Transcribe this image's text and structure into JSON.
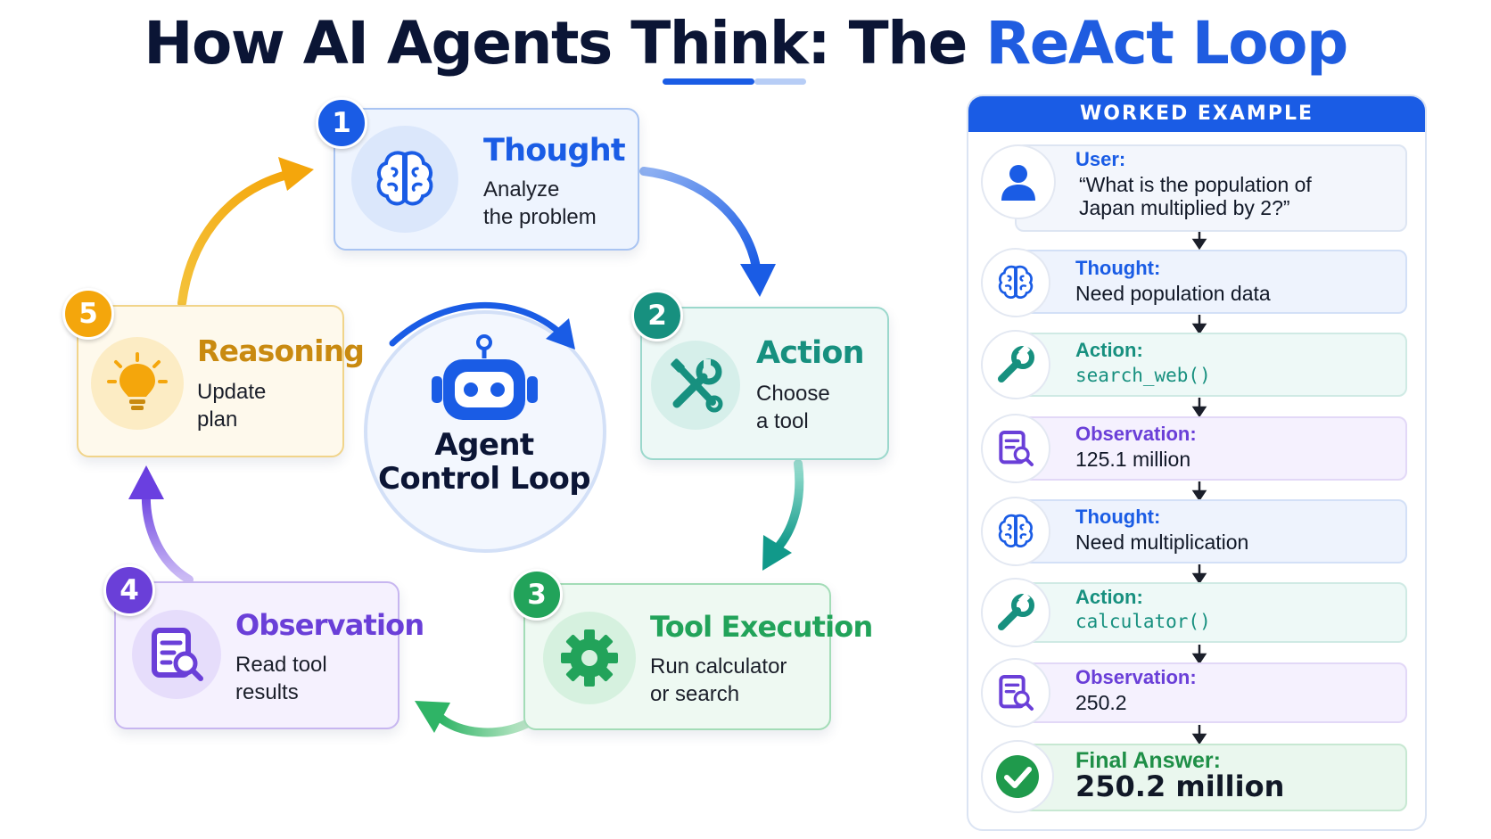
{
  "title": {
    "main": "How AI Agents Think: The ",
    "accent": "ReAct Loop"
  },
  "colors": {
    "blue": "#1f5ce0",
    "teal": "#17907f",
    "green": "#22a35a",
    "purple": "#6a3fd8",
    "amber": "#c98a10",
    "navy": "#0b1535"
  },
  "center": {
    "line1": "Agent",
    "line2": "Control Loop",
    "icon": "robot-icon"
  },
  "steps": [
    {
      "number": "1",
      "title": "Thought",
      "desc1": "Analyze",
      "desc2": "the problem",
      "icon": "brain-icon"
    },
    {
      "number": "2",
      "title": "Action",
      "desc1": "Choose",
      "desc2": "a tool",
      "icon": "tools-icon"
    },
    {
      "number": "3",
      "title": "Tool Execution",
      "desc1": "Run calculator",
      "desc2": "or search",
      "icon": "gear-icon"
    },
    {
      "number": "4",
      "title": "Observation",
      "desc1": "Read tool",
      "desc2": "results",
      "icon": "document-search-icon"
    },
    {
      "number": "5",
      "title": "Reasoning",
      "desc1": "Update",
      "desc2": "plan",
      "icon": "lightbulb-icon"
    }
  ],
  "example": {
    "header": "WORKED EXAMPLE",
    "rows": [
      {
        "label": "User:",
        "line1": "“What is the population of",
        "line2": "Japan multiplied by 2?”",
        "icon": "user-icon"
      },
      {
        "label": "Thought:",
        "value": "Need population data",
        "icon": "brain-icon"
      },
      {
        "label": "Action:",
        "value": "search_web()",
        "icon": "wrench-icon"
      },
      {
        "label": "Observation:",
        "value": "125.1 million",
        "icon": "document-search-icon"
      },
      {
        "label": "Thought:",
        "value": "Need multiplication",
        "icon": "brain-icon"
      },
      {
        "label": "Action:",
        "value": "calculator()",
        "icon": "wrench-icon"
      },
      {
        "label": "Observation:",
        "value": "250.2",
        "icon": "document-search-icon"
      },
      {
        "label": "Final Answer:",
        "value": "250.2 million",
        "icon": "check-circle-icon"
      }
    ]
  }
}
